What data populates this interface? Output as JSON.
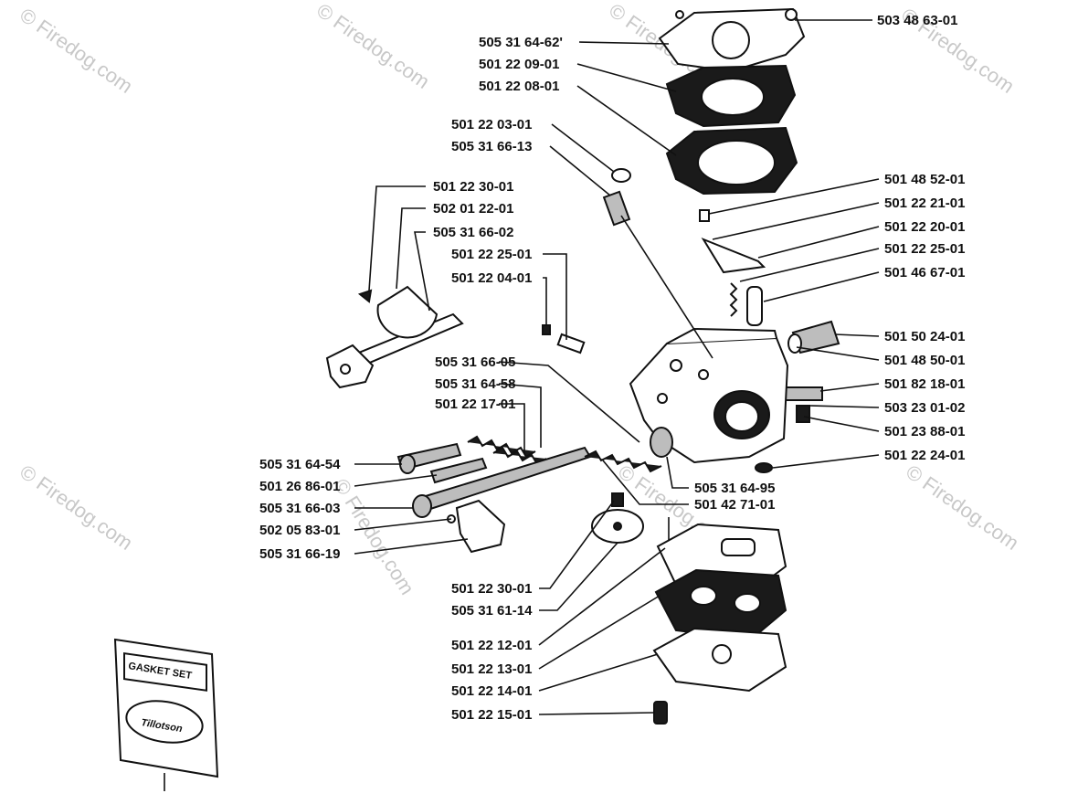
{
  "watermark": "© Firedog.com",
  "labels": [
    "503 48 63-01",
    "505 31 64-62'",
    "501 22 09-01",
    "501 22 08-01",
    "501 22 03-01",
    "505 31 66-13",
    "501 22 30-01",
    "502 01 22-01",
    "505 31 66-02",
    "501 22 25-01",
    "501 22 04-01",
    "501 48 52-01",
    "501 22 21-01",
    "501 22 20-01",
    "501 22 25-01",
    "501 46 67-01",
    "501 50 24-01",
    "501 48 50-01",
    "501 82 18-01",
    "503 23 01-02",
    "501 23 88-01",
    "501 22 24-01",
    "505 31 66-05",
    "505 31 64-58",
    "501 22 17-01",
    "505 31 64-54",
    "501 26 86-01",
    "505 31 66-03",
    "502 05 83-01",
    "505 31 66-19",
    "505 31 64-95",
    "501 42 71-01",
    "501 22 30-01",
    "505 31 61-14",
    "501 22 12-01",
    "501 22 13-01",
    "501 22 14-01",
    "501 22 15-01"
  ],
  "gasket_card": {
    "title": "GASKET SET",
    "brand": "Tillotson"
  }
}
